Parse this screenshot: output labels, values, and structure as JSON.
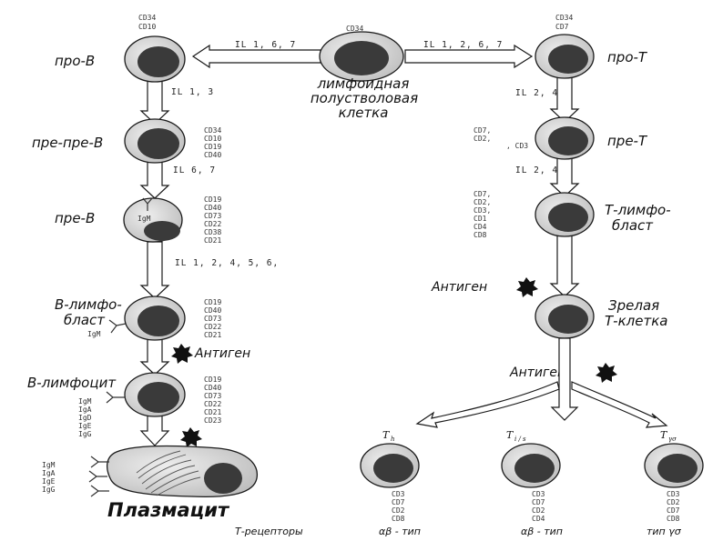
{
  "center": {
    "marker": "CD34",
    "lines": [
      "лимфоидная",
      "полустволовая",
      "клетка"
    ],
    "il_left": "IL 1, 6, 7",
    "il_right": "IL 1, 2, 6, 7"
  },
  "b_line": {
    "stages": [
      {
        "label": "про-В",
        "markers": [
          "CD34",
          "CD10"
        ]
      },
      {
        "label": "пре-пре-В",
        "markers": [
          "CD34",
          "CD10",
          "CD19",
          "CD40"
        ]
      },
      {
        "label": "пре-В",
        "markers": [
          "CD19",
          "CD40",
          "CD73",
          "CD22",
          "CD38",
          "CD21"
        ],
        "receptor": "IgM"
      },
      {
        "label_lines": [
          "В-лимфо-",
          "бласт"
        ],
        "markers": [
          "CD19",
          "CD40",
          "CD73",
          "CD22",
          "CD21"
        ],
        "receptor": "IgM"
      },
      {
        "label": "В-лимфоцит",
        "markers": [
          "CD19",
          "CD40",
          "CD73",
          "CD22",
          "CD21",
          "CD23"
        ],
        "receptors": [
          "IgM",
          "IgA",
          "IgD",
          "IgE",
          "IgG"
        ]
      }
    ],
    "il": [
      "IL 1, 3",
      "IL 6, 7",
      "IL 1, 2, 4, 5, 6,"
    ],
    "antigen_label": "Антиген",
    "plasma": {
      "label": "Плазмацит",
      "receptors": [
        "IgM",
        "IgA",
        "IgE",
        "IgG"
      ]
    }
  },
  "t_line": {
    "stages": [
      {
        "label": "про-Т",
        "markers": [
          "CD34",
          "CD7"
        ]
      },
      {
        "label": "пре-Т",
        "markers": [
          "CD7,",
          "CD2,",
          ", CD3"
        ]
      },
      {
        "label_lines": [
          "Т-лимфо-",
          "бласт"
        ],
        "markers": [
          "CD7,",
          "CD2,",
          "CD3,",
          "CD1",
          "CD4",
          "CD8"
        ]
      },
      {
        "label_lines": [
          "Зрелая",
          "Т-клетка"
        ]
      }
    ],
    "il": [
      "IL 2, 4",
      "IL 2, 4"
    ],
    "antigen_label_1": "Антиген",
    "antigen_label_2": "Антиген",
    "subsets": [
      {
        "symbol": "T",
        "sub": "h",
        "markers": [
          "CD3",
          "CD7",
          "CD2",
          "CD8"
        ],
        "type": "αβ - тип"
      },
      {
        "symbol": "T",
        "sub": "i / s",
        "markers": [
          "CD3",
          "CD7",
          "CD2",
          "CD4"
        ],
        "type": "αβ - тип"
      },
      {
        "symbol": "T",
        "sub": "γσ",
        "markers": [
          "CD3",
          "CD2",
          "CD7",
          "CD8"
        ],
        "type": "тип γσ"
      }
    ],
    "receptors_label": "Т-рецепторы"
  },
  "colors": {
    "cytoplasm": "#d4d4d4",
    "nucleus": "#3a3a3a",
    "outline": "#1a1a1a",
    "arrow_fill": "#ffffff",
    "antigen": "#111111"
  }
}
